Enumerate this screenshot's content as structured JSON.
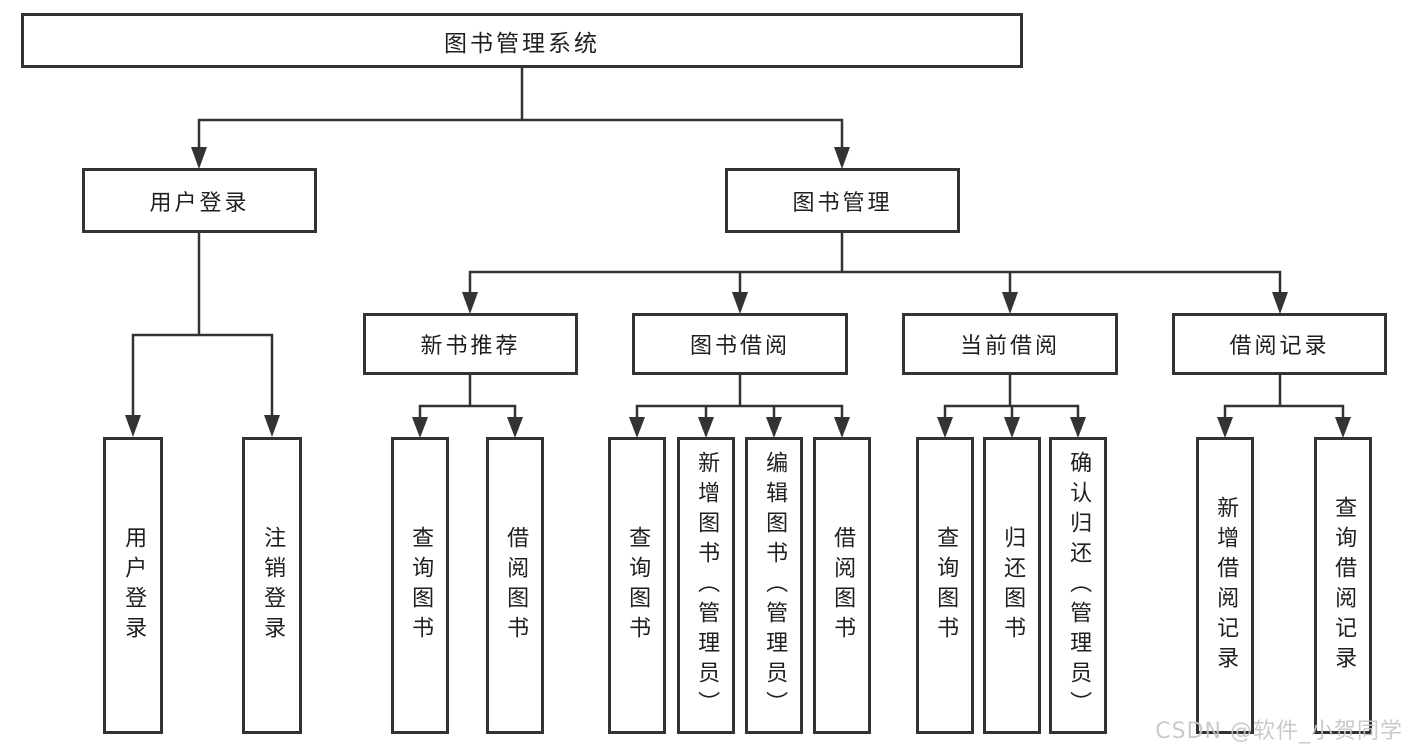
{
  "diagram": {
    "title_note": "functional structure tree",
    "root": {
      "label": "图书管理系统"
    },
    "branches": [
      {
        "label": "用户登录",
        "children": [
          {
            "label": "用户登录"
          },
          {
            "label": "注销登录"
          }
        ]
      },
      {
        "label": "图书管理",
        "children": [
          {
            "label": "新书推荐",
            "children": [
              {
                "label": "查询图书"
              },
              {
                "label": "借阅图书"
              }
            ]
          },
          {
            "label": "图书借阅",
            "children": [
              {
                "label": "查询图书"
              },
              {
                "label": "新增图书（管理员）"
              },
              {
                "label": "编辑图书（管理员）"
              },
              {
                "label": "借阅图书"
              }
            ]
          },
          {
            "label": "当前借阅",
            "children": [
              {
                "label": "查询图书"
              },
              {
                "label": "归还图书"
              },
              {
                "label": "确认归还（管理员）"
              }
            ]
          },
          {
            "label": "借阅记录",
            "children": [
              {
                "label": "新增借阅记录"
              },
              {
                "label": "查询借阅记录"
              }
            ]
          }
        ]
      }
    ]
  },
  "watermark": {
    "text": "CSDN @软件_小贺同学"
  },
  "colors": {
    "line": "#333333",
    "box_border": "#333333",
    "text": "#1f1f1f",
    "watermark": "#c6c6c6",
    "background": "#ffffff"
  }
}
